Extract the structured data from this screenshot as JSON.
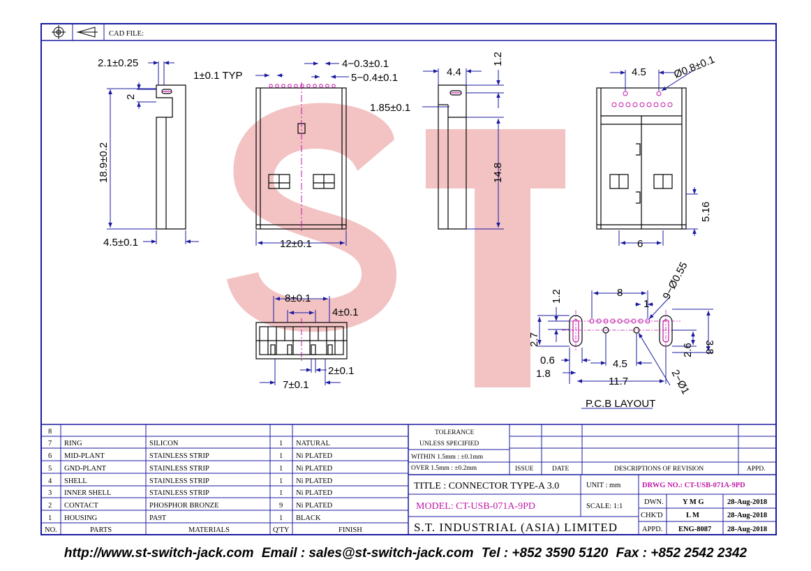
{
  "header": {
    "cad_file_label": "CAD FILE:"
  },
  "watermark": {
    "letters": "ST",
    "color": "#e06060"
  },
  "colors": {
    "frame": "#1a1aa0",
    "dimension": "#1a1aa0",
    "highlight": "#c018a8",
    "line": "#000000"
  },
  "dimensions": {
    "side_width": "2.1±0.25",
    "side_slot": "2",
    "side_height": "18.9±0.2",
    "side_base": "4.5±0.1",
    "typ_pitch": "1±0.1 TYP",
    "pin_width_a": "4−0.3±0.1",
    "pin_width_b": "5−0.4±0.1",
    "front_width": "12±0.1",
    "top_span": "8±0.1",
    "top_pitch": "4±0.1",
    "top_pin": "2±0.1",
    "top_total": "7±0.1",
    "side2_width": "4.4",
    "side2_top": "1.2",
    "side2_hole": "1.85±0.1",
    "side2_height": "14.8",
    "back_pitch": "4.5",
    "back_hole": "Ø0.8±0.1",
    "back_height": "5.16",
    "back_width": "6",
    "pcb_span": "8",
    "pcb_holes": "9−Ø0.55",
    "pcb_top": "1.2",
    "pcb_pitch": "1",
    "pcb_slot_h": "2.7",
    "pcb_height": "3.8",
    "pcb_slot_w": "0.6",
    "pcb_offset": "1.8",
    "pcb_mid": "4.5",
    "pcb_total": "11.7",
    "pcb_slot_gap": "2.6",
    "pcb_boss": "2−Ø1",
    "pcb_label": "P.C.B LAYOUT"
  },
  "bom": {
    "headers": {
      "no": "NO.",
      "parts": "PARTS",
      "materials": "MATERIALS",
      "qty": "Q'TY",
      "finish": "FINISH"
    },
    "rows": [
      {
        "no": "8",
        "part": "",
        "material": "",
        "qty": "",
        "finish": ""
      },
      {
        "no": "7",
        "part": "RING",
        "material": "SILICON",
        "qty": "1",
        "finish": "NATURAL"
      },
      {
        "no": "6",
        "part": "MID-PLANT",
        "material": "STAINLESS STRIP",
        "qty": "1",
        "finish": "Ni PLATED"
      },
      {
        "no": "5",
        "part": "GND-PLANT",
        "material": "STAINLESS STRIP",
        "qty": "1",
        "finish": "Ni PLATED"
      },
      {
        "no": "4",
        "part": "SHELL",
        "material": "STAINLESS STRIP",
        "qty": "1",
        "finish": "Ni PLATED"
      },
      {
        "no": "3",
        "part": "INNER SHELL",
        "material": "STAINLESS STRIP",
        "qty": "1",
        "finish": "Ni PLATED"
      },
      {
        "no": "2",
        "part": "CONTACT",
        "material": "PHOSPHOR BRONZE",
        "qty": "9",
        "finish": "Ni PLATED"
      },
      {
        "no": "1",
        "part": "HOUSING",
        "material": "PA9T",
        "qty": "1",
        "finish": "BLACK"
      }
    ]
  },
  "tolerance": {
    "title": "TOLERANCE",
    "subtitle": "UNLESS SPECIFIED",
    "within": "WITHIN 1.5mm : ±0.1mm",
    "over": "OVER 1.5mm : ±0.2mm"
  },
  "revision": {
    "issue": "ISSUE",
    "date": "DATE",
    "descriptions": "DESCRIPTIONS OF REVISION",
    "appd": "APPD."
  },
  "title_block": {
    "title": "TITLE : CONNECTOR TYPE-A 3.0",
    "unit_label": "UNIT : mm",
    "drwg_no": "DRWG NO.: CT-USB-071A-9PD",
    "model": "MODEL: CT-USB-071A-9PD",
    "scale": "SCALE: 1:1",
    "company": "S.T. INDUSTRIAL (ASIA) LIMITED",
    "signoffs": [
      {
        "role": "DWN.",
        "name": "Y M G",
        "date": "28-Aug-2018"
      },
      {
        "role": "CHK'D",
        "name": "L M",
        "date": "28-Aug-2018"
      },
      {
        "role": "APPD.",
        "name": "ENG-8087",
        "date": "28-Aug-2018"
      }
    ]
  },
  "footer": {
    "website": "http://www.st-switch-jack.com",
    "email": "Email : sales@st-switch-jack.com",
    "tel": "Tel : +852 3590 5120",
    "fax": "Fax : +852 2542 2342"
  }
}
